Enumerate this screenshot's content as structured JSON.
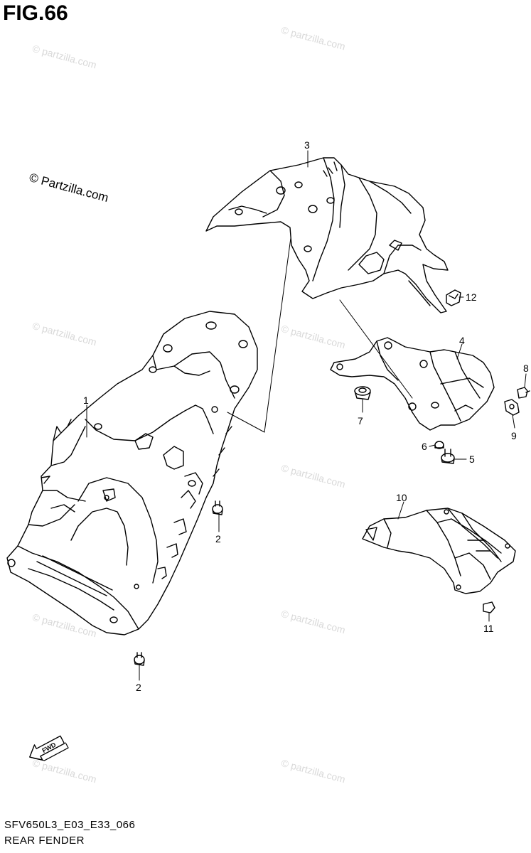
{
  "figure": {
    "title": "FIG.66",
    "model_code": "SFV650L3_E03_E33_066",
    "name": "REAR FENDER"
  },
  "copyright": "© Partzilla.com",
  "watermark": "© partzilla.com",
  "fwd_label": "FWD",
  "callouts": [
    "1",
    "2",
    "2",
    "3",
    "4",
    "5",
    "6",
    "7",
    "8",
    "9",
    "10",
    "11",
    "12"
  ],
  "colors": {
    "line": "#000000",
    "watermark": "#d9d9d9",
    "background": "#ffffff"
  }
}
